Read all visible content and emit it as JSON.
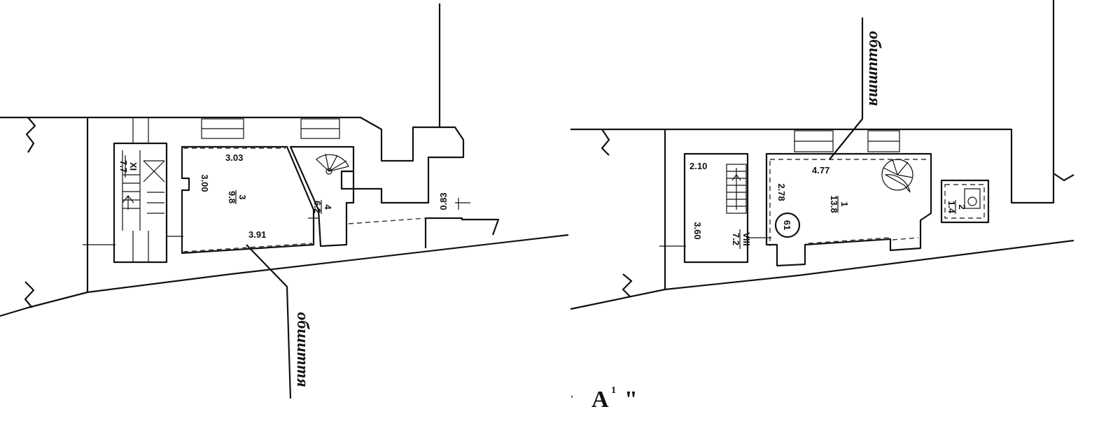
{
  "left_plan": {
    "dim_top": "3.03",
    "dim_side": "3.00",
    "room3_num": "3",
    "room3_area": "9.8",
    "room4_num": "4",
    "room4_area": "6.2",
    "dim_bottom": "3.91",
    "dim_right": "0.83",
    "stair_num": "XI",
    "stair_area": "7.7",
    "annotation": "обшиття"
  },
  "right_plan": {
    "dim_top_left": "2.10",
    "dim_left": "3.60",
    "stair_num": "VIII",
    "stair_area": "7.2",
    "dim_top": "4.77",
    "dim_side": "2.78",
    "room1_num": "1",
    "room1_area": "13.8",
    "room2_num": "2",
    "room2_area": "1.4",
    "circle_label": "61",
    "annotation": "обшиття"
  },
  "title": {
    "prefix": "'",
    "letter": "A",
    "superscript": "1",
    "suffix": "\""
  }
}
